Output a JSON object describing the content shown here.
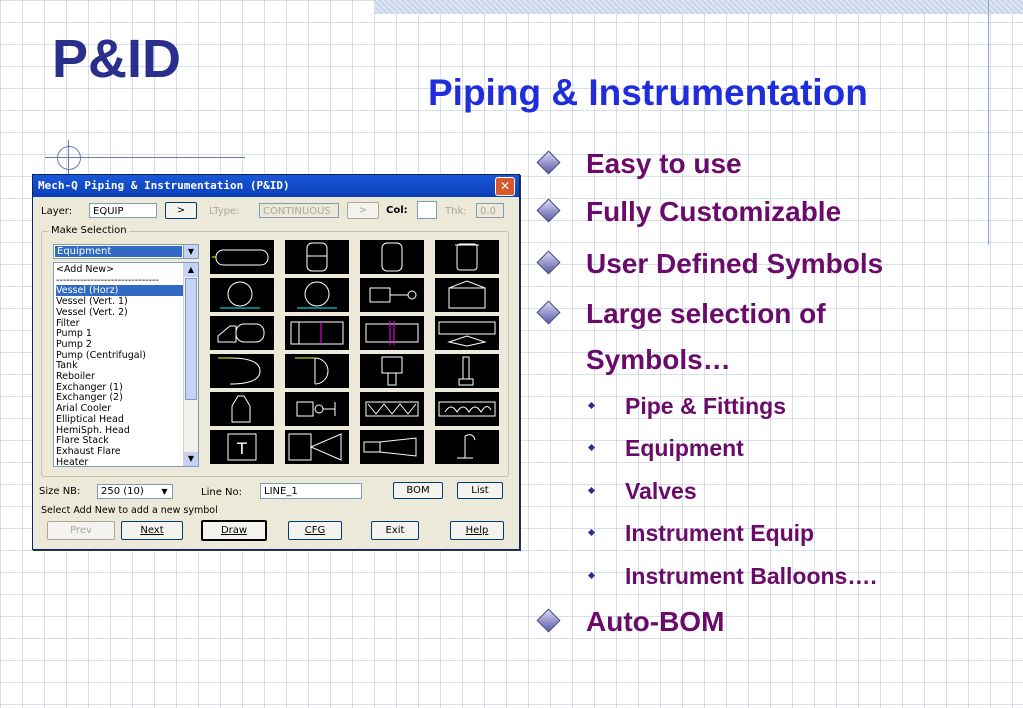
{
  "slide": {
    "heading": "P&ID",
    "title": "Piping & Instrumentation",
    "bullets": [
      "Easy to use",
      "Fully Customizable",
      "User Defined Symbols",
      "Large selection of",
      "Symbols…"
    ],
    "sub_bullets": [
      "Pipe & Fittings",
      "Equipment",
      "Valves",
      "Instrument Equip",
      "Instrument Balloons…."
    ],
    "last_bullet": "Auto-BOM"
  },
  "dialog": {
    "title": "Mech-Q Piping & Instrumentation (P&ID)",
    "close_glyph": "✕",
    "layer_label": "Layer:",
    "layer_value": "EQUIP",
    "layer_btn": ">",
    "ltype_label": "LType:",
    "ltype_value": "CONTINUOUS",
    "ltype_btn": ">",
    "col_label": "Col:",
    "thk_label": "Thk:",
    "thk_value": "0.0",
    "group_label": "Make Selection",
    "category": "Equipment",
    "list_items": [
      "<Add New>",
      "------------------------------",
      "Vessel (Horz)",
      "Vessel (Vert. 1)",
      "Vessel (Vert. 2)",
      "Filter",
      "Pump 1",
      "Pump 2",
      "Pump (Centrifugal)",
      "Tank",
      "Reboiler",
      "Exchanger (1)",
      "Exchanger (2)",
      "Arial Cooler",
      "Elliptical Head",
      "HemiSph. Head",
      "Flare Stack",
      "Exhaust Flare",
      "Heater"
    ],
    "selected_index": 2,
    "size_label": "Size NB:",
    "size_value": "250 (10)",
    "line_label": "Line No:",
    "line_value": "LINE_1",
    "bom_btn": "BOM",
    "list_btn": "List",
    "status": "Select Add New to add a new symbol",
    "prev_btn": "Prev",
    "next_btn": "Next",
    "draw_btn": "Draw",
    "cfg_btn": "CFG",
    "exit_btn": "Exit",
    "help_btn": "Help",
    "glyphs": {
      "dropdown": "▼",
      "up": "▲",
      "down": "▼"
    }
  },
  "colors": {
    "heading": "#2b2f8c",
    "title": "#1f2ddc",
    "bullet_text": "#6a0a6a",
    "titlebar": "#0b3fb8"
  }
}
